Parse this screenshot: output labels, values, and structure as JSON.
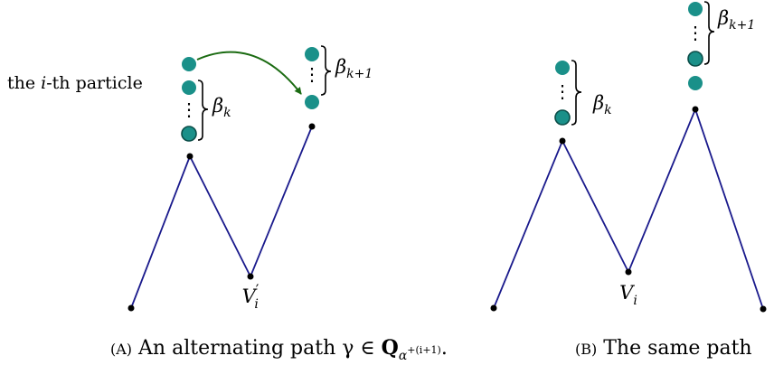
{
  "colors": {
    "path": "#1a1a8c",
    "particle": "#1a9089",
    "particle_outline": "#0b4d48",
    "arrow": "#1b6b12",
    "vertex": "#000000"
  },
  "panel_a": {
    "particle_label_pre": "the ",
    "particle_label_var": "i",
    "particle_label_post": "-th particle",
    "beta_k_base": "β",
    "beta_k_sub": "k",
    "beta_k1_base": "β",
    "beta_k1_sub": "k+1",
    "vertex_label_base": "V",
    "vertex_label_prime": "′",
    "vertex_label_sub": "i",
    "caption_tag": "(A)",
    "caption_text": " An alternating path γ ∈ ",
    "caption_bold": "Q",
    "caption_sub": "α",
    "caption_sup": "+(i+1)",
    "caption_end": "."
  },
  "panel_b": {
    "beta_k_base": "β",
    "beta_k_sub": "k",
    "beta_k1_base": "β",
    "beta_k1_sub": "k+1",
    "vertex_label_base": "V",
    "vertex_label_sub": "i",
    "caption_tag": "(B)",
    "caption_text": " The same path"
  },
  "dots_glyph": "⋮"
}
